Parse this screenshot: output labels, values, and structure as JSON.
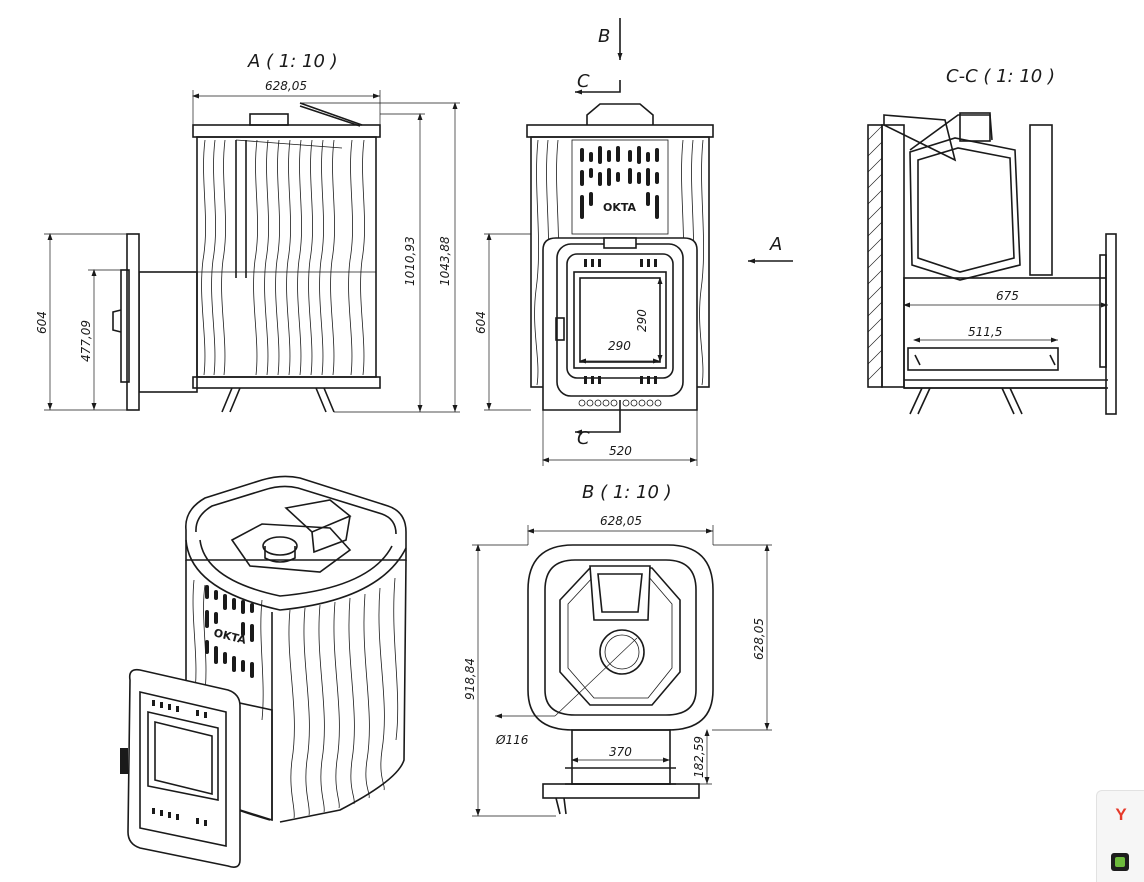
{
  "views": {
    "a": {
      "title": "A ( 1: 10 )"
    },
    "front": {
      "arrow_b": "B",
      "cut_c": "C",
      "arrow_a": "A",
      "logo": "OKTA"
    },
    "section": {
      "title": "C-C ( 1: 10 )"
    },
    "b": {
      "title": "B ( 1: 10 )"
    },
    "iso": {
      "logo": "OKTA"
    }
  },
  "dims": {
    "a_width": "628,05",
    "a_h1": "1010,93",
    "a_h2": "1043,88",
    "a_604": "604",
    "a_477": "477,09",
    "f_604": "604",
    "f_290w": "290",
    "f_290h": "290",
    "f_520": "520",
    "s_675": "675",
    "s_511": "511,5",
    "b_w": "628,05",
    "b_h": "628,05",
    "b_918": "918,84",
    "b_182": "182,59",
    "b_370": "370",
    "b_dia": "Ø116"
  },
  "widget": {
    "y_label": "Y"
  }
}
